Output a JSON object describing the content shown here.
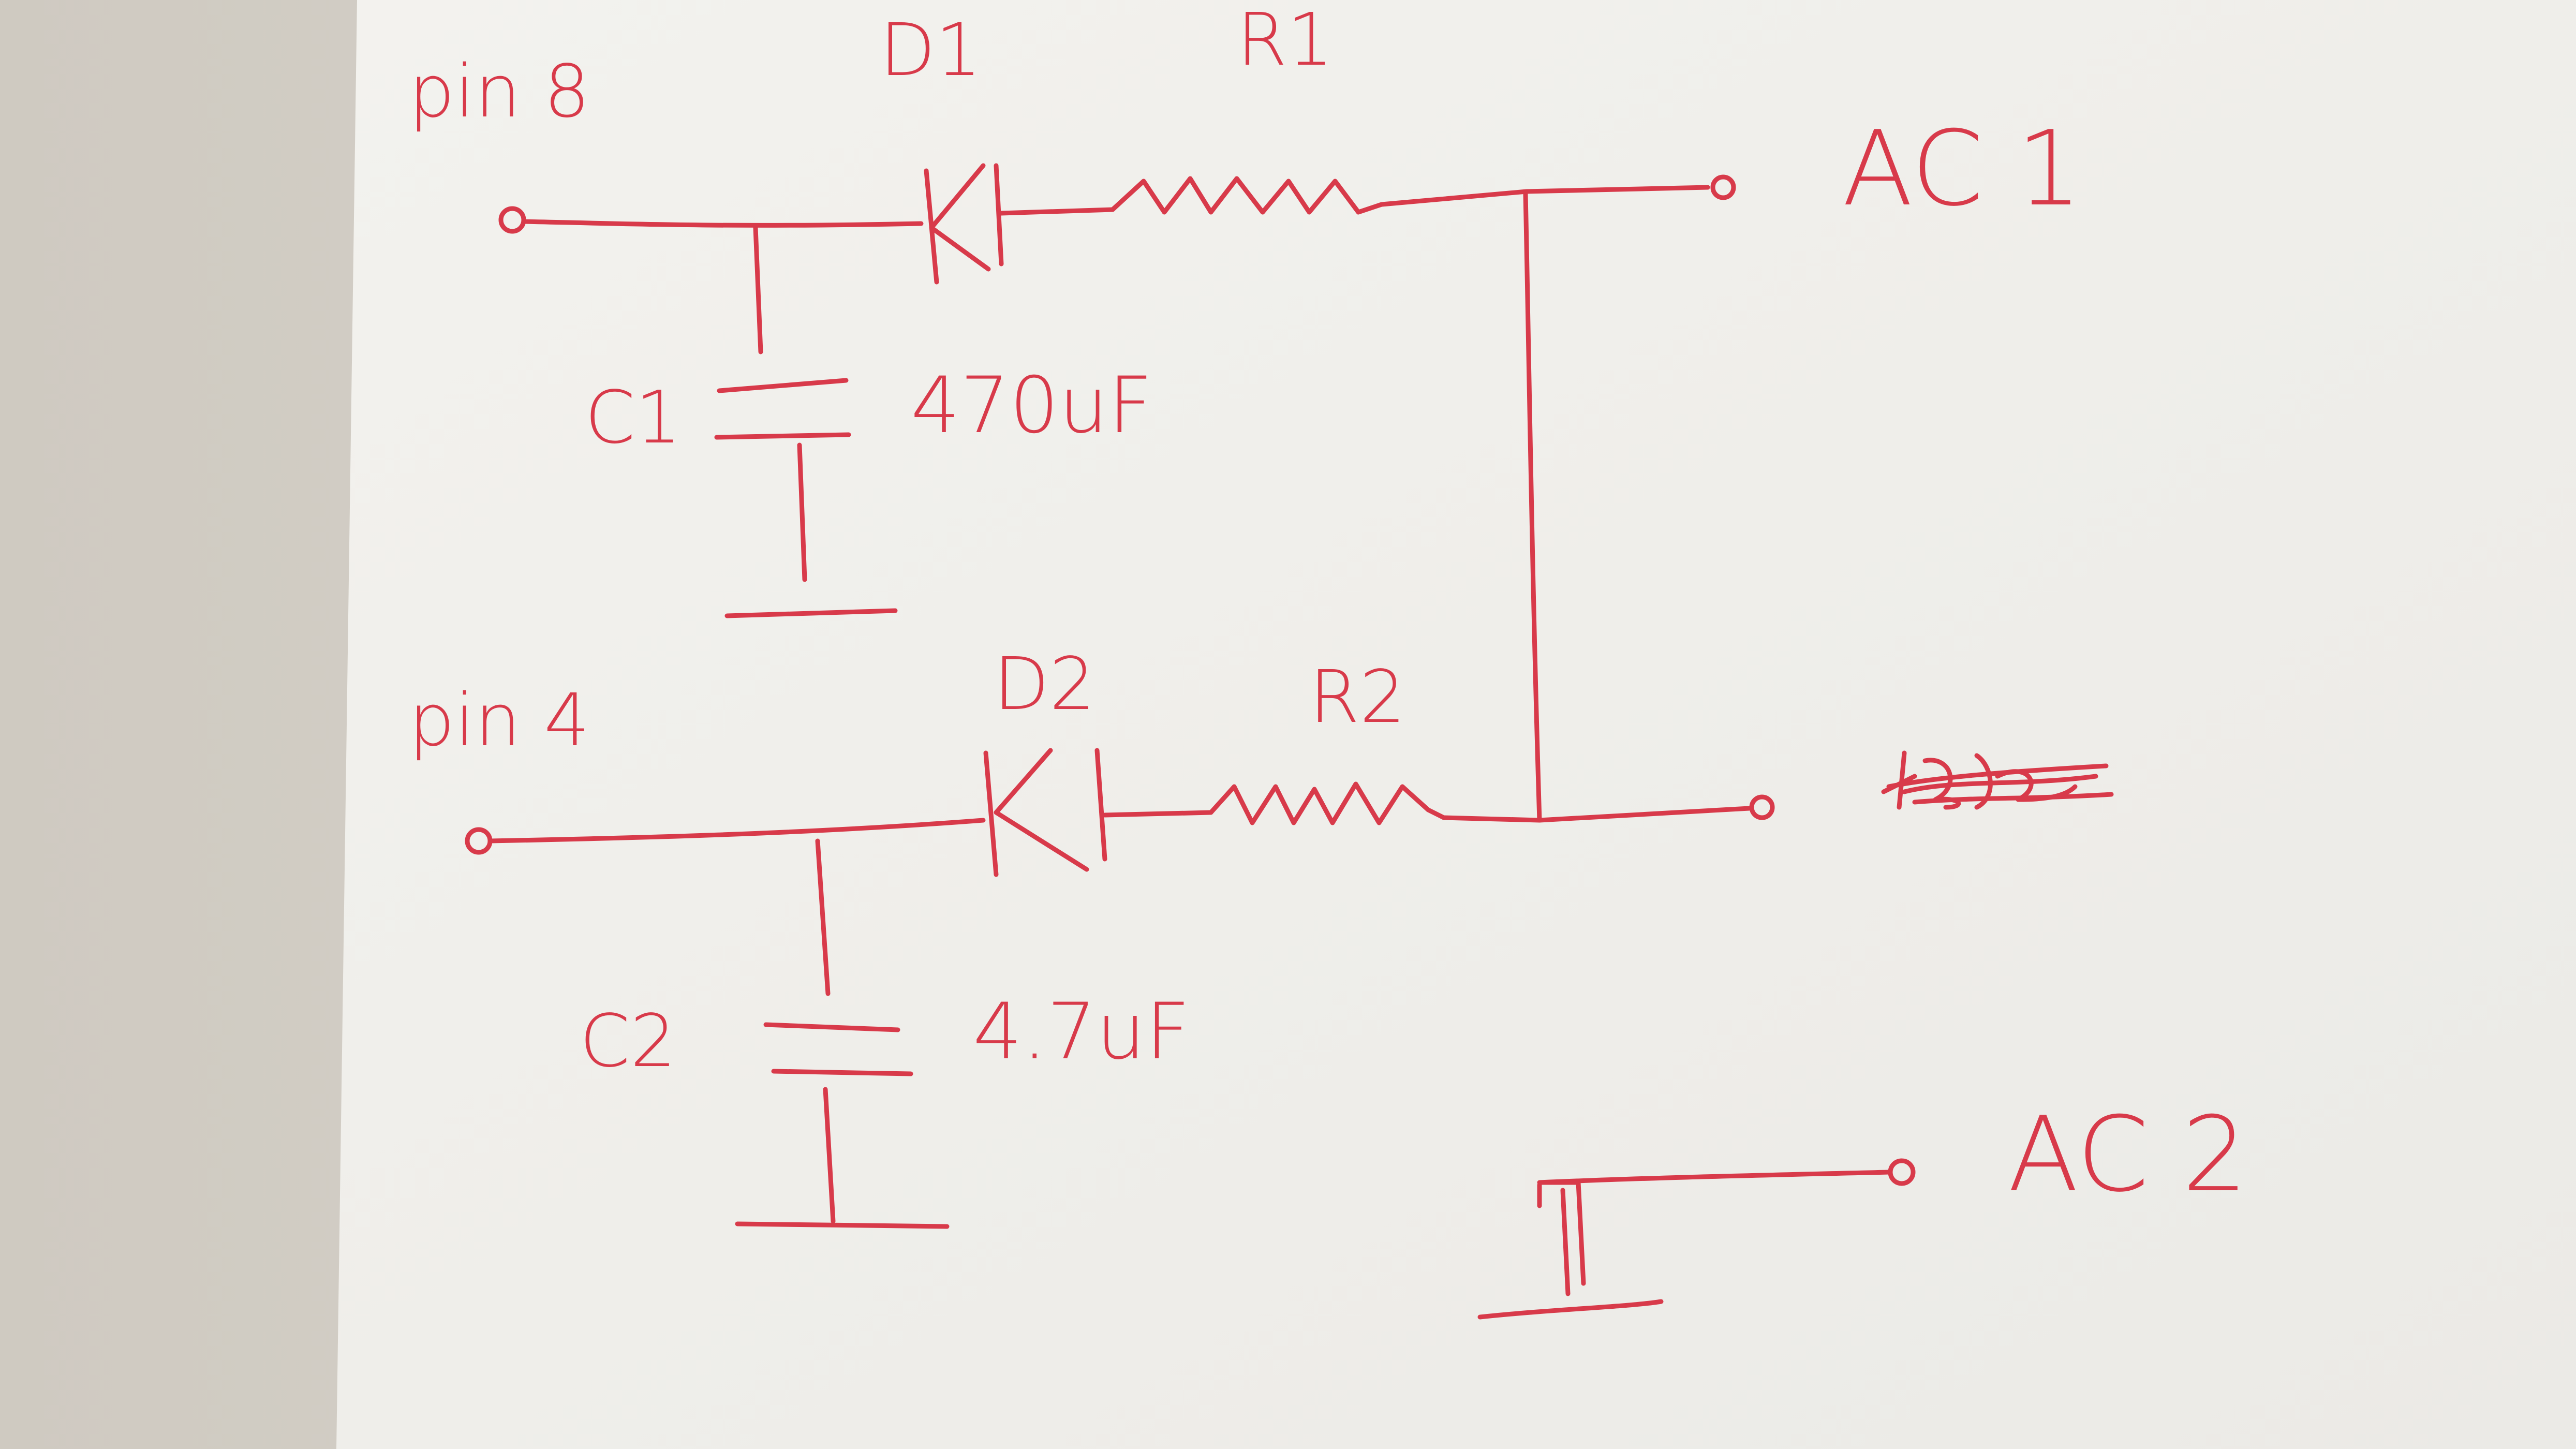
{
  "colors": {
    "ink": "#d83a4a",
    "paper": "#f1f0ec",
    "paper_shadow": "#d9d6cf"
  },
  "labels": {
    "pin8": "pin 8",
    "d1": "D1",
    "r1": "R1",
    "ac1": "AC 1",
    "c1": "C1",
    "c1_value": "470uF",
    "pin4": "pin 4",
    "d2": "D2",
    "r2": "R2",
    "c2": "C2",
    "c2_value": "4.7uF",
    "ac2": "AC 2"
  },
  "annotations": {
    "scribbled_label": "scribbled-out label (illegible)"
  }
}
